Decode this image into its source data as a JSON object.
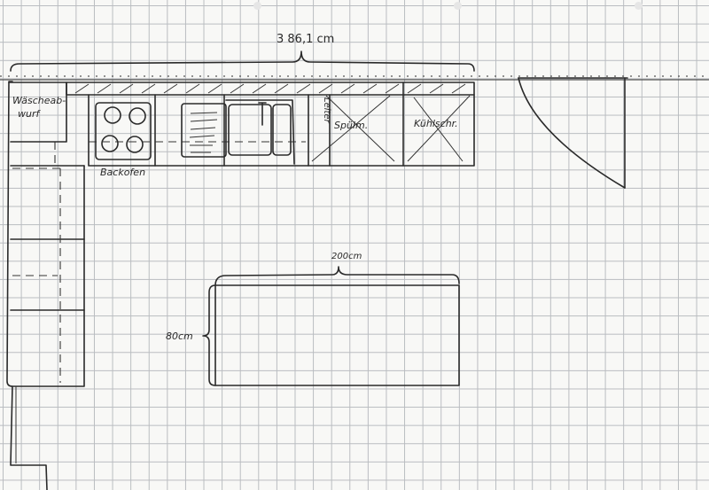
{
  "labels": {
    "total_width": "3 86,1 cm",
    "laundry_chute_line1": "Wäscheab-",
    "laundry_chute_line2": "wurf",
    "oven": "Backofen",
    "ladder": "Leiter",
    "dishwasher": "Spülm.",
    "fridge": "Kühlschr.",
    "island_width": "200cm",
    "island_depth": "80cm"
  },
  "colors": {
    "ink": "#2a2a2a",
    "grid": "#b9bcc0",
    "paper": "#f8f8f6"
  }
}
